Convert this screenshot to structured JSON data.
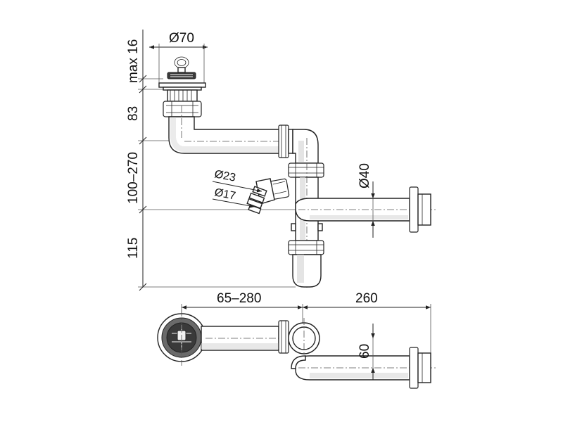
{
  "dimensions": {
    "plug_diameter": "Ø70",
    "plug_height": "max 16",
    "body_height": "83",
    "adjust_height": "100–270",
    "bottom_height": "115",
    "hose_outer": "Ø23",
    "hose_inner": "Ø17",
    "pipe_diameter": "Ø40",
    "horizontal_reach": "65–280",
    "outlet_length": "260",
    "outlet_offset": "60"
  },
  "colors": {
    "line": "#222222",
    "shade": "#d8d8d8",
    "dark_grate": "#3a3a3a"
  }
}
